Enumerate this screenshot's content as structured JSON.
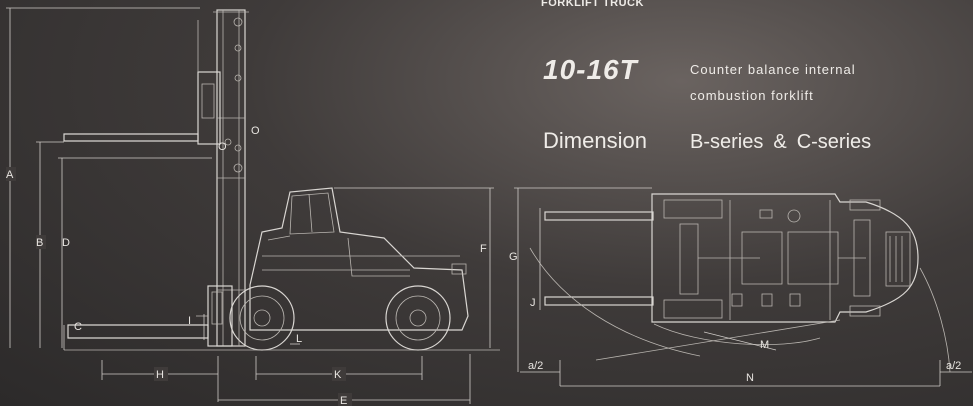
{
  "header": {
    "product_type": "FORKLIFT TRUCK",
    "model": "10-16T",
    "description_line1": "Counter balance internal",
    "description_line2": "combustion forklift",
    "dimension_title": "Dimension",
    "series_a": "B-series",
    "series_sep": "&",
    "series_b": "C-series"
  },
  "dimensions": {
    "A": "A",
    "B": "B",
    "C": "C",
    "D": "D",
    "E": "E",
    "F": "F",
    "G": "G",
    "H": "H",
    "I": "I",
    "J": "J",
    "K": "K",
    "L": "L",
    "M": "M",
    "N": "N",
    "O1": "O",
    "O2": "O",
    "a2_left": "a/2",
    "a2_right": "a/2"
  },
  "colors": {
    "line": "#d9d6d2",
    "background": "#3f3b3a"
  }
}
